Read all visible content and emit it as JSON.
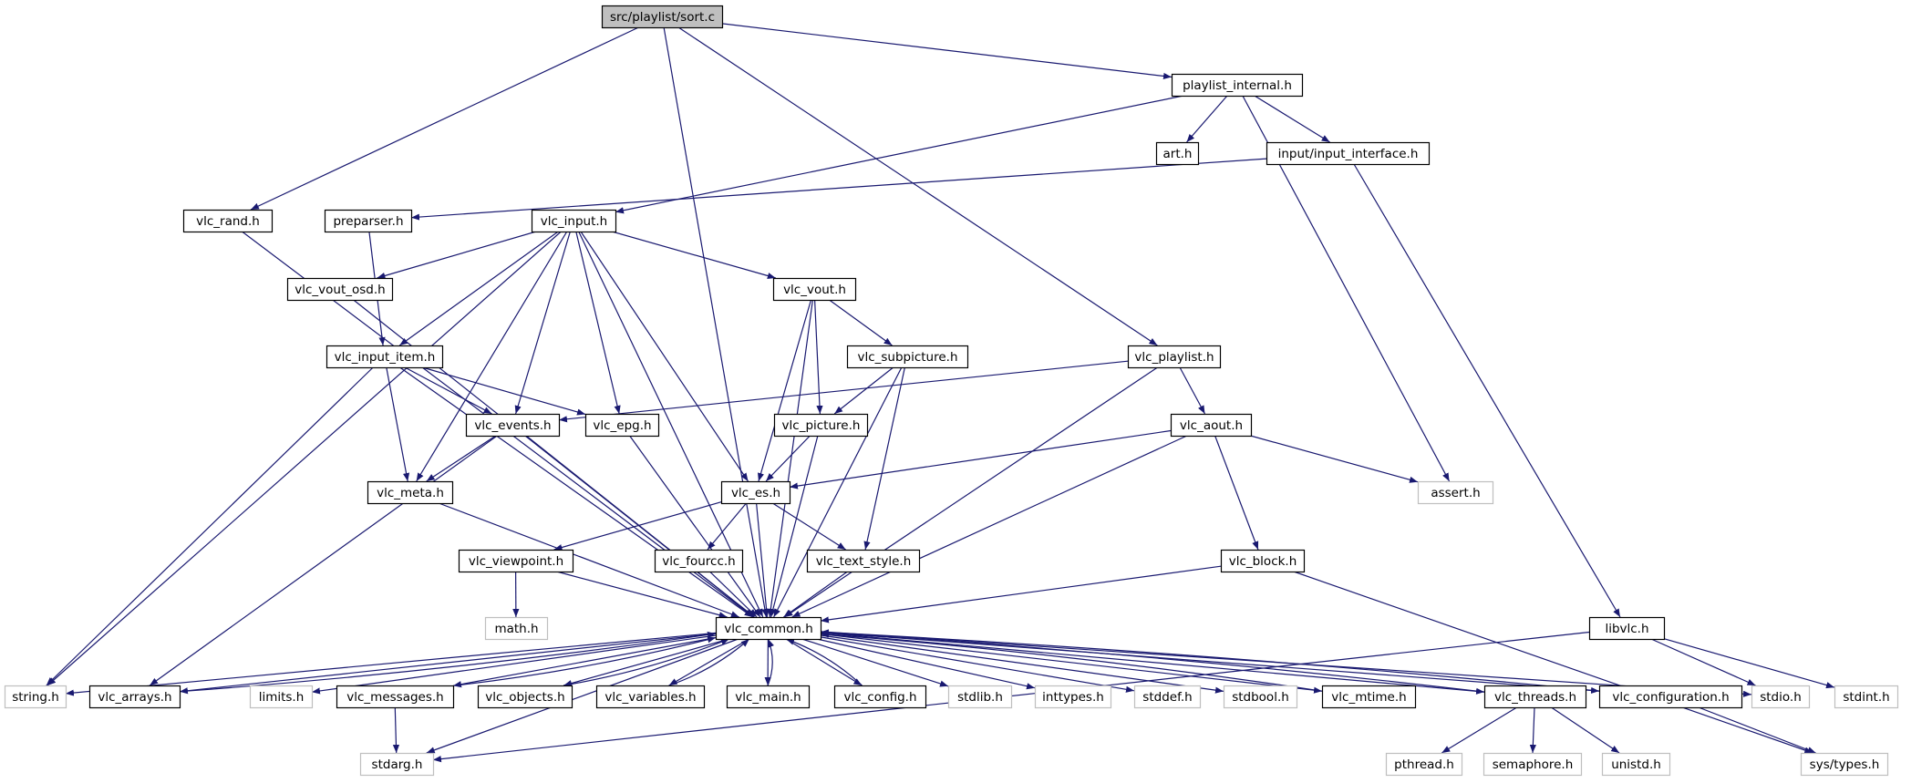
{
  "colors": {
    "edge": "#191970",
    "node_border": "#000000",
    "node_border_external": "#bfbfbf",
    "root_fill": "#bfbfbf",
    "node_fill": "#ffffff",
    "text": "#000000"
  },
  "nodes": {
    "sort_c": "src/playlist/sort.c",
    "playlist_internal": "playlist_internal.h",
    "art": "art.h",
    "input_interface": "input/input_interface.h",
    "vlc_rand": "vlc_rand.h",
    "preparser": "preparser.h",
    "vlc_input": "vlc_input.h",
    "vlc_vout_osd": "vlc_vout_osd.h",
    "vlc_vout": "vlc_vout.h",
    "vlc_input_item": "vlc_input_item.h",
    "vlc_subpicture": "vlc_subpicture.h",
    "vlc_playlist": "vlc_playlist.h",
    "vlc_events": "vlc_events.h",
    "vlc_epg": "vlc_epg.h",
    "vlc_picture": "vlc_picture.h",
    "vlc_aout": "vlc_aout.h",
    "vlc_meta": "vlc_meta.h",
    "vlc_es": "vlc_es.h",
    "assert": "assert.h",
    "vlc_viewpoint": "vlc_viewpoint.h",
    "vlc_fourcc": "vlc_fourcc.h",
    "vlc_text_style": "vlc_text_style.h",
    "vlc_block": "vlc_block.h",
    "math": "math.h",
    "vlc_common": "vlc_common.h",
    "libvlc": "libvlc.h",
    "string": "string.h",
    "vlc_arrays": "vlc_arrays.h",
    "limits": "limits.h",
    "vlc_messages": "vlc_messages.h",
    "vlc_objects": "vlc_objects.h",
    "vlc_variables": "vlc_variables.h",
    "vlc_main": "vlc_main.h",
    "vlc_config": "vlc_config.h",
    "stdlib": "stdlib.h",
    "inttypes": "inttypes.h",
    "stddef": "stddef.h",
    "stdbool": "stdbool.h",
    "vlc_mtime": "vlc_mtime.h",
    "vlc_threads": "vlc_threads.h",
    "vlc_configuration": "vlc_configuration.h",
    "stdio": "stdio.h",
    "stdint": "stdint.h",
    "stdarg": "stdarg.h",
    "pthread": "pthread.h",
    "semaphore": "semaphore.h",
    "unistd": "unistd.h",
    "sys_types": "sys/types.h"
  },
  "node_kinds": {
    "sort_c": "root",
    "assert": "external",
    "math": "external",
    "string": "external",
    "limits": "external",
    "stdlib": "external",
    "inttypes": "external",
    "stddef": "external",
    "stdbool": "external",
    "stdio": "external",
    "stdint": "external",
    "stdarg": "external",
    "pthread": "external",
    "semaphore": "external",
    "unistd": "external",
    "sys_types": "external"
  },
  "edges": [
    [
      "sort_c",
      "playlist_internal"
    ],
    [
      "sort_c",
      "vlc_rand"
    ],
    [
      "sort_c",
      "vlc_common"
    ],
    [
      "sort_c",
      "vlc_playlist"
    ],
    [
      "playlist_internal",
      "art"
    ],
    [
      "playlist_internal",
      "input_interface"
    ],
    [
      "playlist_internal",
      "vlc_input"
    ],
    [
      "playlist_internal",
      "assert"
    ],
    [
      "input_interface",
      "preparser"
    ],
    [
      "input_interface",
      "libvlc"
    ],
    [
      "vlc_rand",
      "vlc_common"
    ],
    [
      "preparser",
      "vlc_input_item"
    ],
    [
      "vlc_input",
      "vlc_vout_osd"
    ],
    [
      "vlc_input",
      "vlc_vout"
    ],
    [
      "vlc_input",
      "vlc_input_item"
    ],
    [
      "vlc_input",
      "vlc_events"
    ],
    [
      "vlc_input",
      "vlc_epg"
    ],
    [
      "vlc_input",
      "vlc_meta"
    ],
    [
      "vlc_input",
      "vlc_es"
    ],
    [
      "vlc_input",
      "string"
    ],
    [
      "vlc_input",
      "vlc_common"
    ],
    [
      "vlc_vout_osd",
      "vlc_common"
    ],
    [
      "vlc_vout",
      "vlc_subpicture"
    ],
    [
      "vlc_vout",
      "vlc_picture"
    ],
    [
      "vlc_vout",
      "vlc_es"
    ],
    [
      "vlc_vout",
      "vlc_common"
    ],
    [
      "vlc_input_item",
      "vlc_events"
    ],
    [
      "vlc_input_item",
      "vlc_epg"
    ],
    [
      "vlc_input_item",
      "vlc_meta"
    ],
    [
      "vlc_input_item",
      "string"
    ],
    [
      "vlc_input_item",
      "vlc_common"
    ],
    [
      "vlc_subpicture",
      "vlc_picture"
    ],
    [
      "vlc_subpicture",
      "vlc_text_style"
    ],
    [
      "vlc_subpicture",
      "vlc_common"
    ],
    [
      "vlc_playlist",
      "vlc_events"
    ],
    [
      "vlc_playlist",
      "vlc_aout"
    ],
    [
      "vlc_playlist",
      "vlc_common"
    ],
    [
      "vlc_events",
      "vlc_meta"
    ],
    [
      "vlc_events",
      "vlc_arrays"
    ],
    [
      "vlc_events",
      "vlc_common"
    ],
    [
      "vlc_epg",
      "vlc_common"
    ],
    [
      "vlc_picture",
      "vlc_es"
    ],
    [
      "vlc_picture",
      "vlc_common"
    ],
    [
      "vlc_aout",
      "vlc_es"
    ],
    [
      "vlc_aout",
      "assert"
    ],
    [
      "vlc_aout",
      "vlc_block"
    ],
    [
      "vlc_aout",
      "vlc_common"
    ],
    [
      "vlc_meta",
      "vlc_common"
    ],
    [
      "vlc_es",
      "vlc_viewpoint"
    ],
    [
      "vlc_es",
      "vlc_fourcc"
    ],
    [
      "vlc_es",
      "vlc_text_style"
    ],
    [
      "vlc_es",
      "vlc_common"
    ],
    [
      "vlc_viewpoint",
      "math"
    ],
    [
      "vlc_viewpoint",
      "vlc_common"
    ],
    [
      "vlc_fourcc",
      "vlc_common"
    ],
    [
      "vlc_text_style",
      "vlc_common"
    ],
    [
      "vlc_block",
      "vlc_common"
    ],
    [
      "vlc_block",
      "sys_types"
    ],
    [
      "vlc_common",
      "string"
    ],
    [
      "vlc_common",
      "vlc_arrays"
    ],
    [
      "vlc_common",
      "limits"
    ],
    [
      "vlc_common",
      "vlc_messages"
    ],
    [
      "vlc_common",
      "vlc_objects"
    ],
    [
      "vlc_common",
      "vlc_variables"
    ],
    [
      "vlc_common",
      "vlc_main"
    ],
    [
      "vlc_common",
      "vlc_config"
    ],
    [
      "vlc_common",
      "stdlib"
    ],
    [
      "vlc_common",
      "inttypes"
    ],
    [
      "vlc_common",
      "stddef"
    ],
    [
      "vlc_common",
      "stdbool"
    ],
    [
      "vlc_common",
      "vlc_mtime"
    ],
    [
      "vlc_common",
      "vlc_threads"
    ],
    [
      "vlc_common",
      "vlc_configuration"
    ],
    [
      "vlc_common",
      "stdio"
    ],
    [
      "vlc_common",
      "stdarg"
    ],
    [
      "vlc_arrays",
      "vlc_common"
    ],
    [
      "vlc_messages",
      "vlc_common"
    ],
    [
      "vlc_messages",
      "stdarg"
    ],
    [
      "vlc_objects",
      "vlc_common"
    ],
    [
      "vlc_variables",
      "vlc_common"
    ],
    [
      "vlc_main",
      "vlc_common"
    ],
    [
      "vlc_config",
      "vlc_common"
    ],
    [
      "vlc_mtime",
      "vlc_common"
    ],
    [
      "vlc_threads",
      "vlc_common"
    ],
    [
      "vlc_threads",
      "pthread"
    ],
    [
      "vlc_threads",
      "semaphore"
    ],
    [
      "vlc_threads",
      "unistd"
    ],
    [
      "vlc_configuration",
      "vlc_common"
    ],
    [
      "vlc_configuration",
      "sys_types"
    ],
    [
      "libvlc",
      "stdarg"
    ],
    [
      "libvlc",
      "stdio"
    ],
    [
      "libvlc",
      "stdint"
    ]
  ]
}
